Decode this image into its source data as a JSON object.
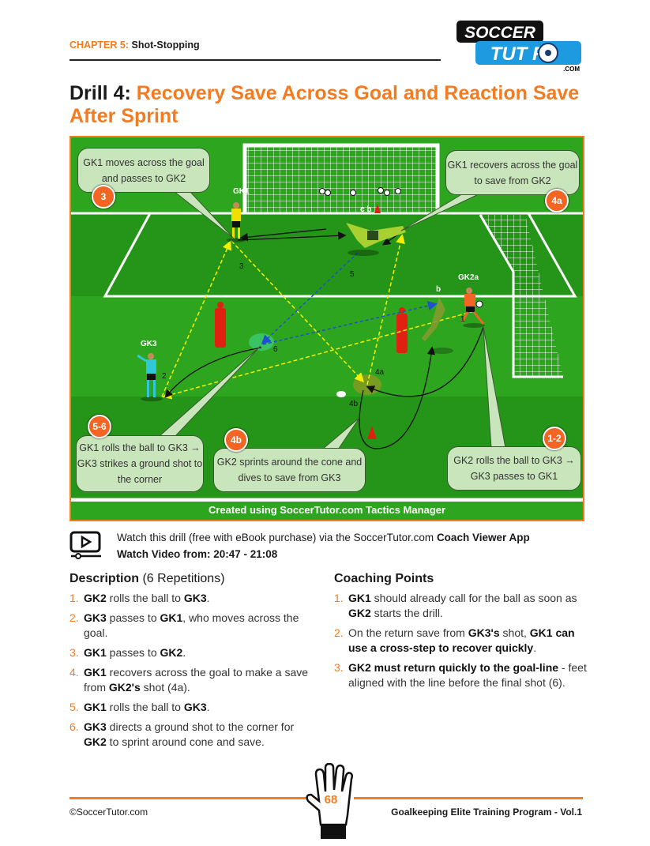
{
  "header": {
    "chapter_label": "CHAPTER 5:",
    "chapter_title": "Shot-Stopping",
    "logo": {
      "line1": "SOCCER",
      "line2": "TUTOR",
      "suffix": ".COM"
    }
  },
  "title": {
    "prefix": "Drill 4:",
    "text": "Recovery Save Across Goal and Reaction Save After Sprint"
  },
  "diagram": {
    "callouts": [
      {
        "badge": "3",
        "text": "GK1 moves across the goal and passes to GK2"
      },
      {
        "badge": "4a",
        "text": "GK1 recovers across the goal to save from GK2"
      },
      {
        "badge": "5-6",
        "text": "GK1 rolls the ball to GK3 → GK3 strikes a ground shot to the corner"
      },
      {
        "badge": "4b",
        "text": "GK2 sprints around the cone and dives to save from GK3"
      },
      {
        "badge": "1-2",
        "text": "GK2 rolls the ball to GK3 → GK3 passes to GK1"
      }
    ],
    "player_labels": {
      "gk1": "GK1",
      "gk2": "GK2a",
      "gk3": "GK3"
    },
    "markers": {
      "n1": "1",
      "n2": "2",
      "n3": "3",
      "n4a": "4a",
      "n4b": "4b",
      "n5": "5",
      "n6": "6",
      "b1": "b",
      "cb": "c b"
    },
    "caption": "Created using SoccerTutor.com Tactics Manager",
    "colors": {
      "pitch": "#2ea51f",
      "pass_yellow": "#f5f000",
      "pass_blue": "#1e50d0",
      "gk1_kit": "#f0e000",
      "gk2_kit": "#f26522",
      "gk3_kit": "#30c8d8",
      "mannequin": "#e02010"
    }
  },
  "watch": {
    "icon": "video-player-icon",
    "line1": "Watch this drill (free with eBook purchase) via the SoccerTutor.com",
    "app": "Coach Viewer App",
    "line2": "Watch Video from: 20:47 - 21:08"
  },
  "description": {
    "heading": "Description",
    "sub": "(6 Repetitions)",
    "items": [
      {
        "n": "1.",
        "html": "<b>GK2</b> rolls the ball to <b>GK3</b>."
      },
      {
        "n": "2.",
        "html": "<b>GK3</b> passes to <b>GK1</b>, who moves across the goal."
      },
      {
        "n": "3.",
        "html": "<b>GK1</b> passes to <b>GK2</b>."
      },
      {
        "n": "4.",
        "html": "<b>GK1</b> recovers across the goal to make a save from <b>GK2's</b> shot (4a)."
      },
      {
        "n": "5.",
        "html": "<b>GK1</b> rolls the ball to <b>GK3</b>."
      },
      {
        "n": "6.",
        "html": "<b>GK3</b> directs a ground shot to the corner for <b>GK2</b> to sprint around cone and save."
      }
    ]
  },
  "coaching": {
    "heading": "Coaching Points",
    "items": [
      {
        "n": "1.",
        "html": "<b>GK1</b> should already call for the ball as soon as <b>GK2</b> starts the drill."
      },
      {
        "n": "2.",
        "html": "On the return save from <b>GK3's</b> shot, <b>GK1 can use a cross-step to recover quickly</b>."
      },
      {
        "n": "3.",
        "html": "<b>GK2 must return quickly to the goal-line</b> - feet aligned with the line before the final shot (6)."
      }
    ]
  },
  "footer": {
    "left": "©SoccerTutor.com",
    "page": "68",
    "right": "Goalkeeping Elite Training Program - Vol.1",
    "accent": "#f47b20"
  }
}
